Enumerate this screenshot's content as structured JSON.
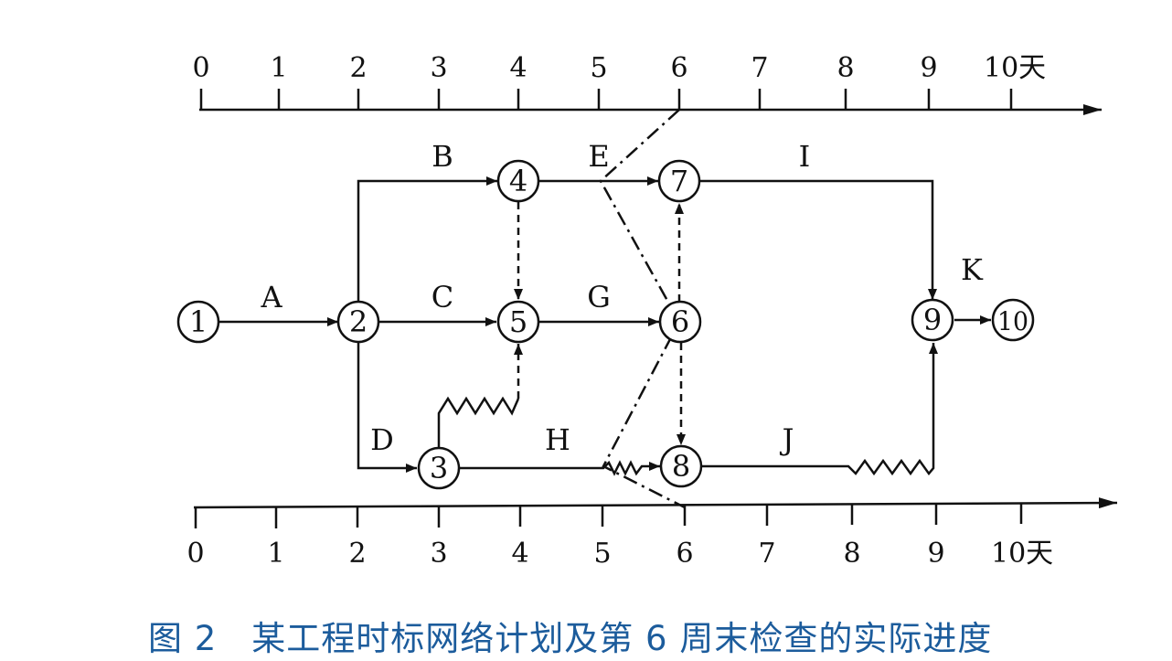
{
  "caption": "图 2　某工程时标网络计划及第 6 周末检查的实际进度",
  "top_axis": {
    "ticks": [
      "0",
      "1",
      "2",
      "3",
      "4",
      "5",
      "6",
      "7",
      "8",
      "9",
      "10天"
    ]
  },
  "bottom_axis": {
    "ticks": [
      "0",
      "1",
      "2",
      "3",
      "4",
      "5",
      "6",
      "7",
      "8",
      "9",
      "10天"
    ]
  },
  "nodes": [
    "1",
    "2",
    "3",
    "4",
    "5",
    "6",
    "7",
    "8",
    "9",
    "10"
  ],
  "activities": [
    "A",
    "B",
    "C",
    "D",
    "E",
    "G",
    "H",
    "I",
    "J",
    "K"
  ]
}
